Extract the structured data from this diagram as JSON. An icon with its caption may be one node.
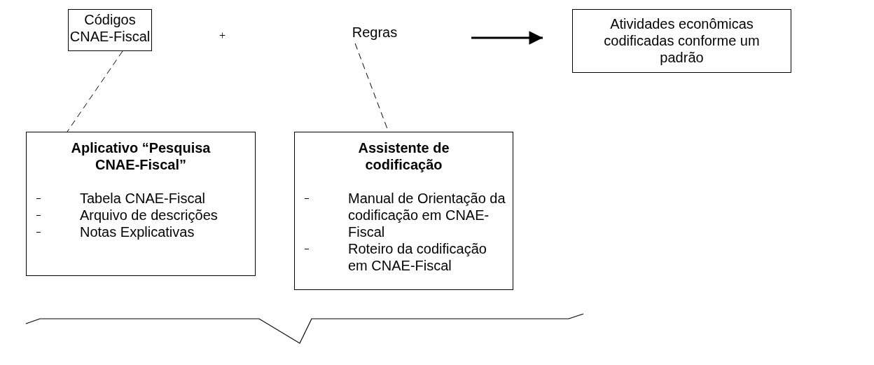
{
  "diagram": {
    "nodes": [
      {
        "text": [
          "Códigos CNAE-Fiscal"
        ]
      },
      {
        "text": [
          "Regras"
        ]
      },
      {
        "text": [
          "Atividades econômicas codificadas conforme um padrão"
        ]
      },
      {
        "text": [
          "Aplicativo “Pesquisa CNAE-Fiscal”",
          "Tabela CNAE-Fiscal",
          "Arquivo de descrições",
          "Notas Explicativas"
        ]
      },
      {
        "text": [
          "Assistente de codificação",
          "Manual de Orientação da codificação em CNAE-Fiscal",
          "Roteiro da codificação em CNAE-Fiscal"
        ]
      }
    ],
    "edges": [
      {
        "from": 0,
        "to": 3,
        "arrow": "none",
        "style": "dashed"
      },
      {
        "from": 1,
        "to": 4,
        "arrow": "none",
        "style": "dashed"
      },
      {
        "from": null,
        "to": 2,
        "arrow": "to",
        "style": "thick"
      }
    ],
    "labels": [
      "+"
    ]
  }
}
